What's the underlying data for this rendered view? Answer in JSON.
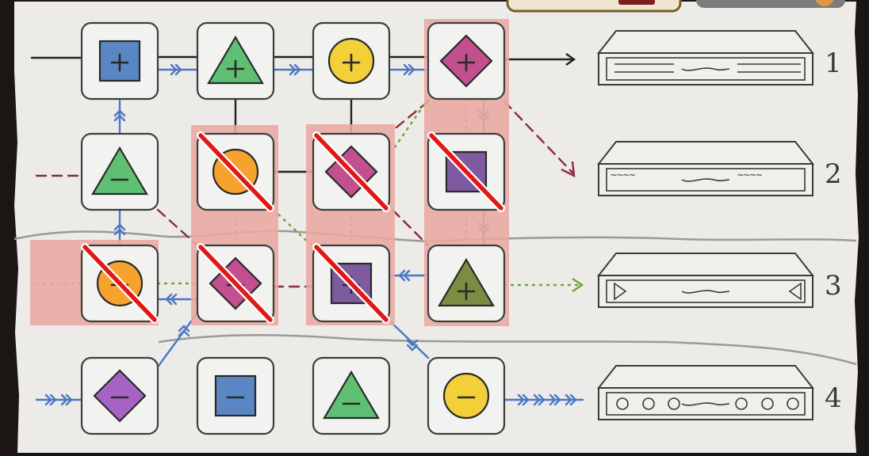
{
  "colors": {
    "square": "#5b86c4",
    "triangle": "#5fbf72",
    "circle_yellow": "#f3cf3a",
    "circle_orange": "#f6a22e",
    "diamond_magenta": "#c2508f",
    "diamond_purple": "#a763c2",
    "triangle_olive": "#7a8d43",
    "square_purple": "#7e5a9e",
    "highlight": "#e9a8a0",
    "cross": "#e01818",
    "wire_blue": "#4a78c2",
    "wire_green": "#6aa32f",
    "wire_maroon": "#8a2a3d"
  },
  "grid": {
    "rows": [
      [
        {
          "shape": "square",
          "color": "square",
          "sign": "+",
          "crossed": false,
          "highlighted": false
        },
        {
          "shape": "triangle",
          "color": "triangle",
          "sign": "+",
          "crossed": false,
          "highlighted": false
        },
        {
          "shape": "circle",
          "color": "circle_yellow",
          "sign": "+",
          "crossed": false,
          "highlighted": false
        },
        {
          "shape": "diamond",
          "color": "diamond_magenta",
          "sign": "+",
          "crossed": false,
          "highlighted": true
        }
      ],
      [
        {
          "shape": "triangle",
          "color": "triangle",
          "sign": "-",
          "crossed": false,
          "highlighted": false
        },
        {
          "shape": "circle",
          "color": "circle_orange",
          "sign": "",
          "crossed": true,
          "highlighted": true
        },
        {
          "shape": "diamond",
          "color": "diamond_magenta",
          "sign": "",
          "crossed": true,
          "highlighted": true
        },
        {
          "shape": "square",
          "color": "square_purple",
          "sign": "",
          "crossed": true,
          "highlighted": true
        }
      ],
      [
        {
          "shape": "circle",
          "color": "circle_orange",
          "sign": "-",
          "crossed": true,
          "highlighted": true
        },
        {
          "shape": "diamond",
          "color": "diamond_magenta",
          "sign": "-",
          "crossed": true,
          "highlighted": true
        },
        {
          "shape": "square",
          "color": "square_purple",
          "sign": "+",
          "crossed": true,
          "highlighted": true
        },
        {
          "shape": "triangle",
          "color": "triangle_olive",
          "sign": "+",
          "crossed": false,
          "highlighted": true
        }
      ],
      [
        {
          "shape": "diamond",
          "color": "diamond_purple",
          "sign": "-",
          "crossed": false,
          "highlighted": false
        },
        {
          "shape": "square",
          "color": "square",
          "sign": "-",
          "crossed": false,
          "highlighted": false
        },
        {
          "shape": "triangle",
          "color": "triangle",
          "sign": "-",
          "crossed": false,
          "highlighted": false
        },
        {
          "shape": "circle",
          "color": "circle_yellow",
          "sign": "-",
          "crossed": false,
          "highlighted": false
        }
      ]
    ]
  },
  "outputs": [
    {
      "label": "1",
      "pattern": "lines"
    },
    {
      "label": "2",
      "pattern": "zigzag",
      "text_left": "~~~~",
      "text_right": "~~~~"
    },
    {
      "label": "3",
      "pattern": "triangles"
    },
    {
      "label": "4",
      "pattern": "circles"
    }
  ]
}
